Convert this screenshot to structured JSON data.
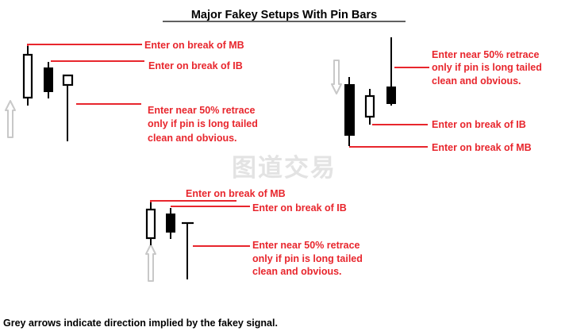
{
  "title": "Major Fakey Setups With Pin Bars",
  "watermark": "图道交易",
  "footnote": "Grey arrows indicate direction implied by the fakey signal.",
  "colors": {
    "label_red": "#e8262d",
    "arrow_grey": "#c8c8c8",
    "candle": "#000000"
  },
  "setups": {
    "top_left": {
      "arrow": "up-arrow",
      "mb_label": "Enter on break of MB",
      "ib_label": "Enter on break of IB",
      "pin_lines": [
        "Enter near 50% retrace",
        "only if pin is long tailed",
        "clean and obvious."
      ]
    },
    "top_right": {
      "arrow": "down-arrow",
      "mb_label": "Enter on break of MB",
      "ib_label": "Enter on break of IB",
      "pin_lines": [
        "Enter near 50% retrace",
        "only if pin is long tailed",
        "clean and obvious."
      ]
    },
    "bottom": {
      "arrow": "up-arrow",
      "mb_label": "Enter on break of MB",
      "ib_label": "Enter on break of IB",
      "pin_lines": [
        "Enter near 50% retrace",
        "only if pin is long tailed",
        "clean and obvious."
      ]
    }
  }
}
